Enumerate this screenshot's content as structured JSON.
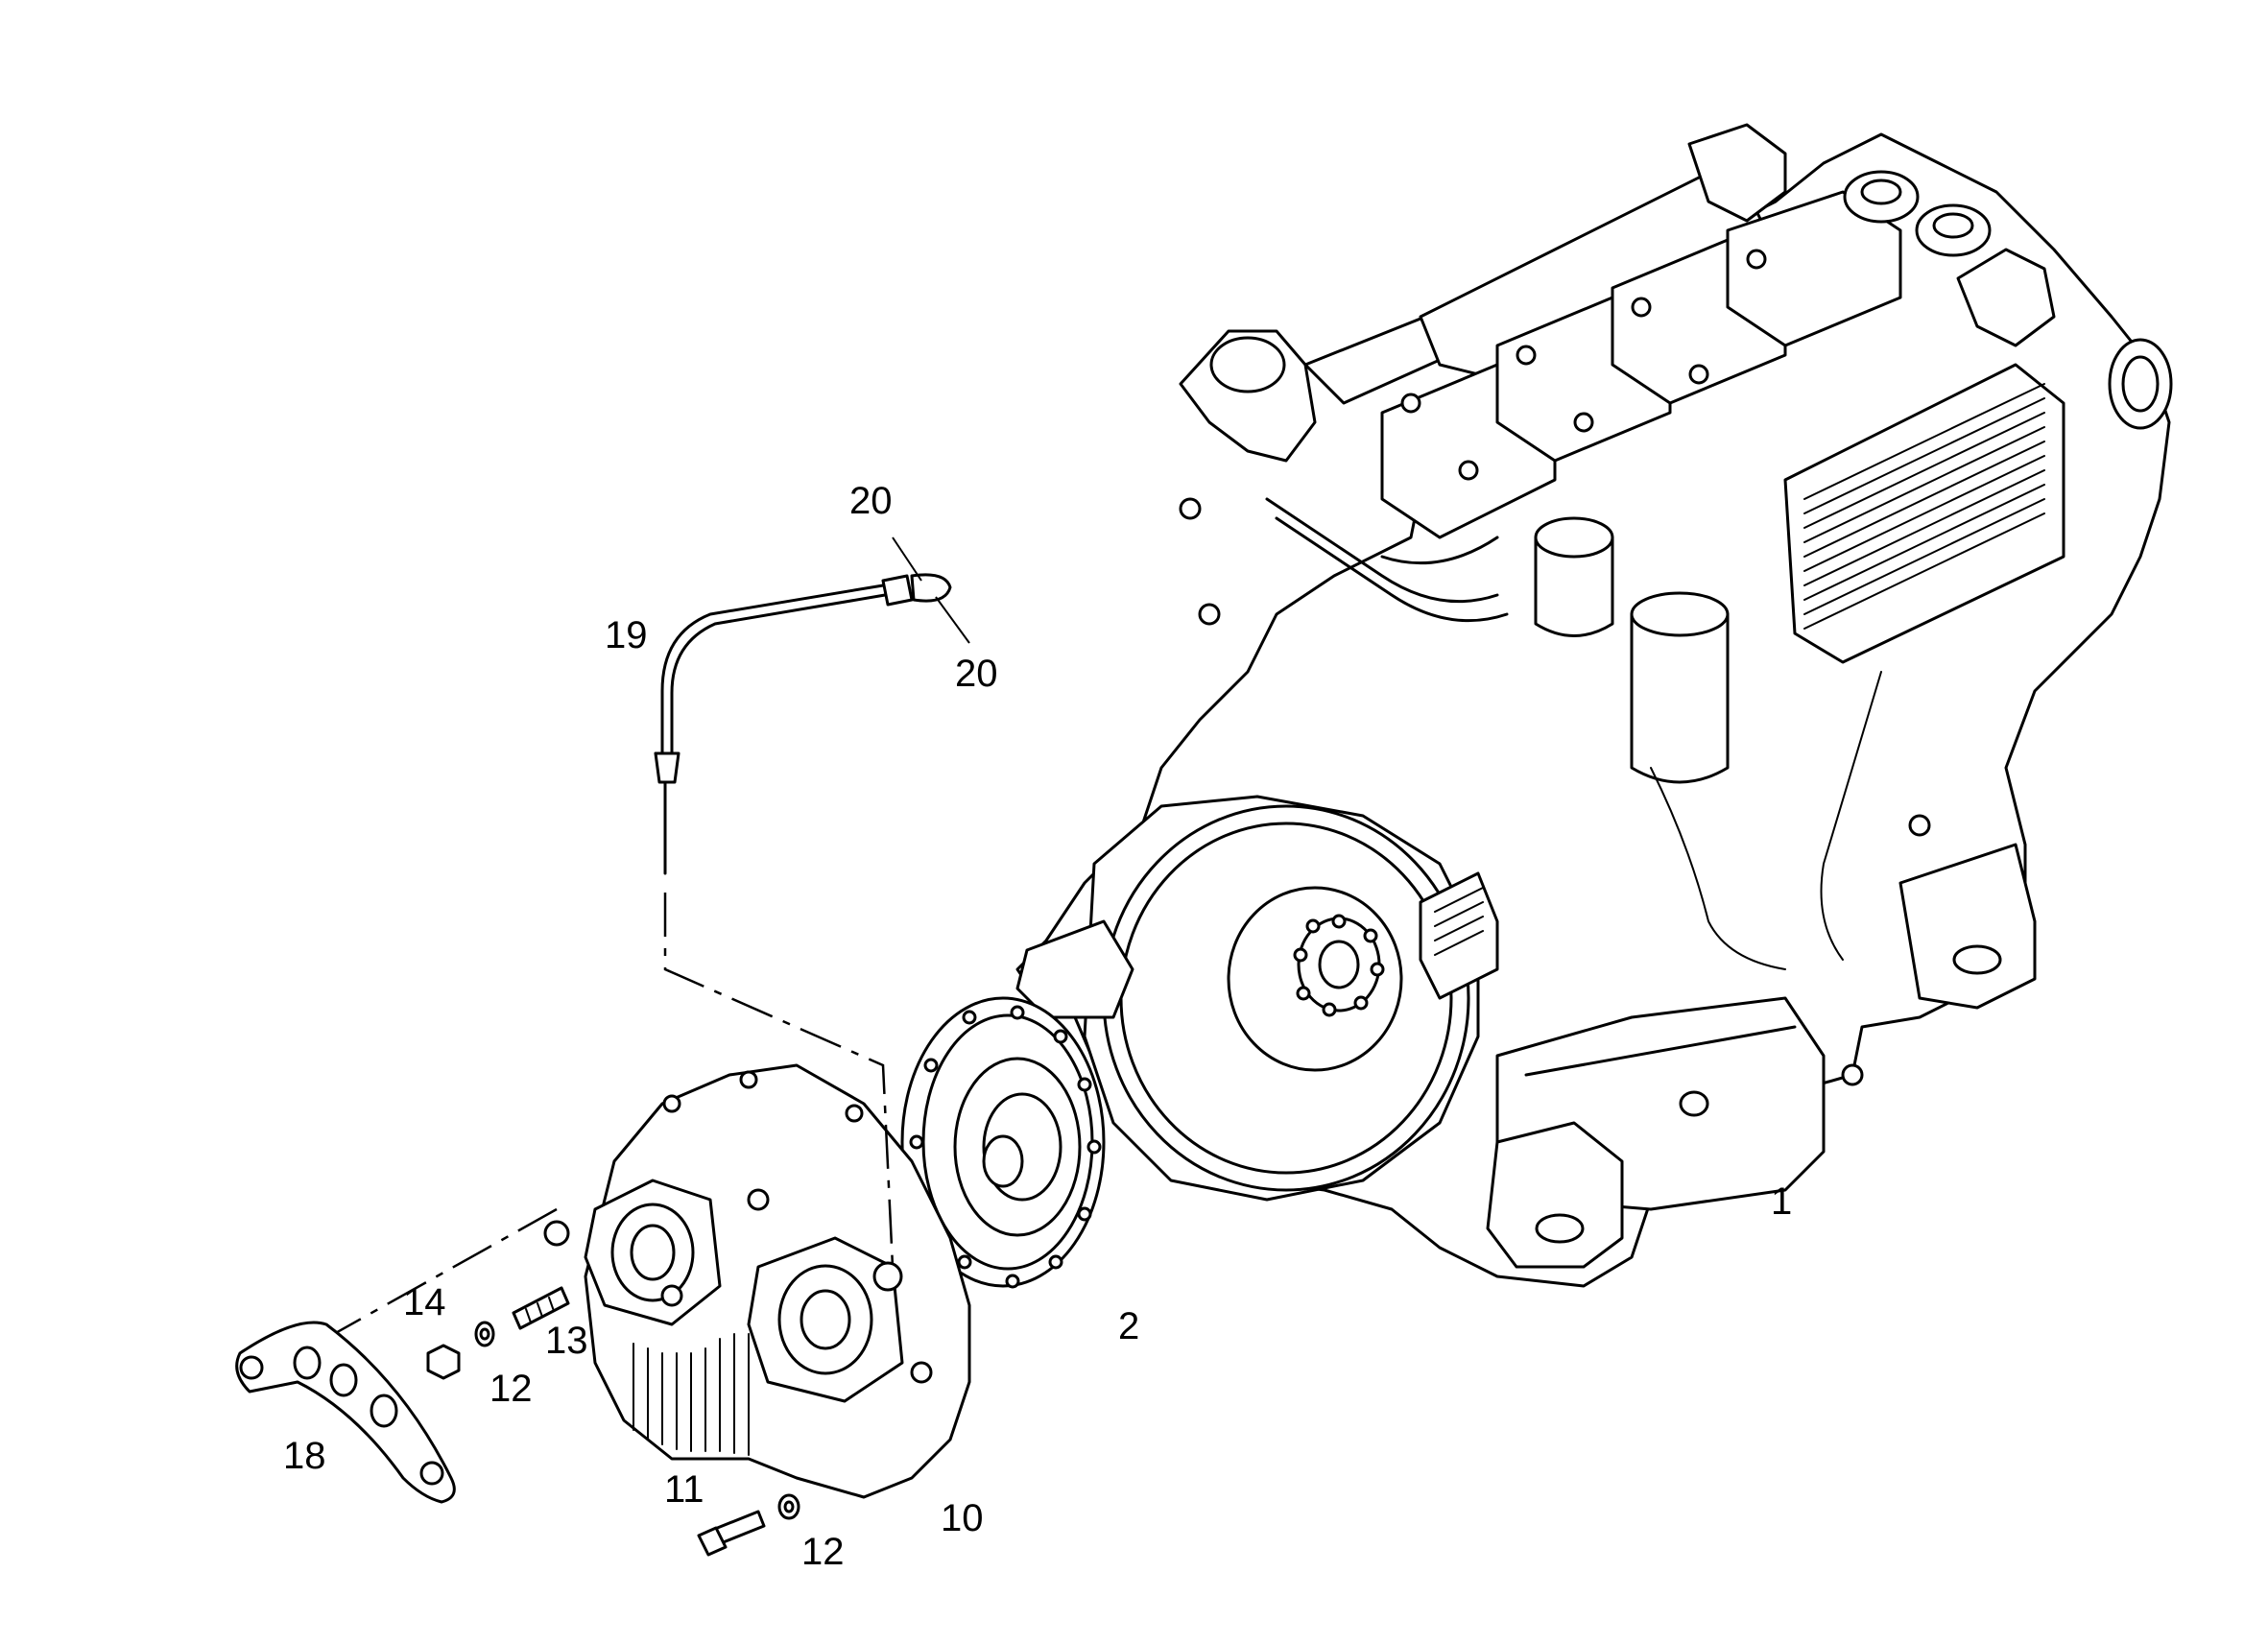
{
  "callouts": {
    "c1": "1",
    "c2": "2",
    "c10": "10",
    "c11": "11",
    "c12a": "12",
    "c12b": "12",
    "c13": "13",
    "c14": "14",
    "c18": "18",
    "c19": "19",
    "c20a": "20",
    "c20b": "20"
  }
}
